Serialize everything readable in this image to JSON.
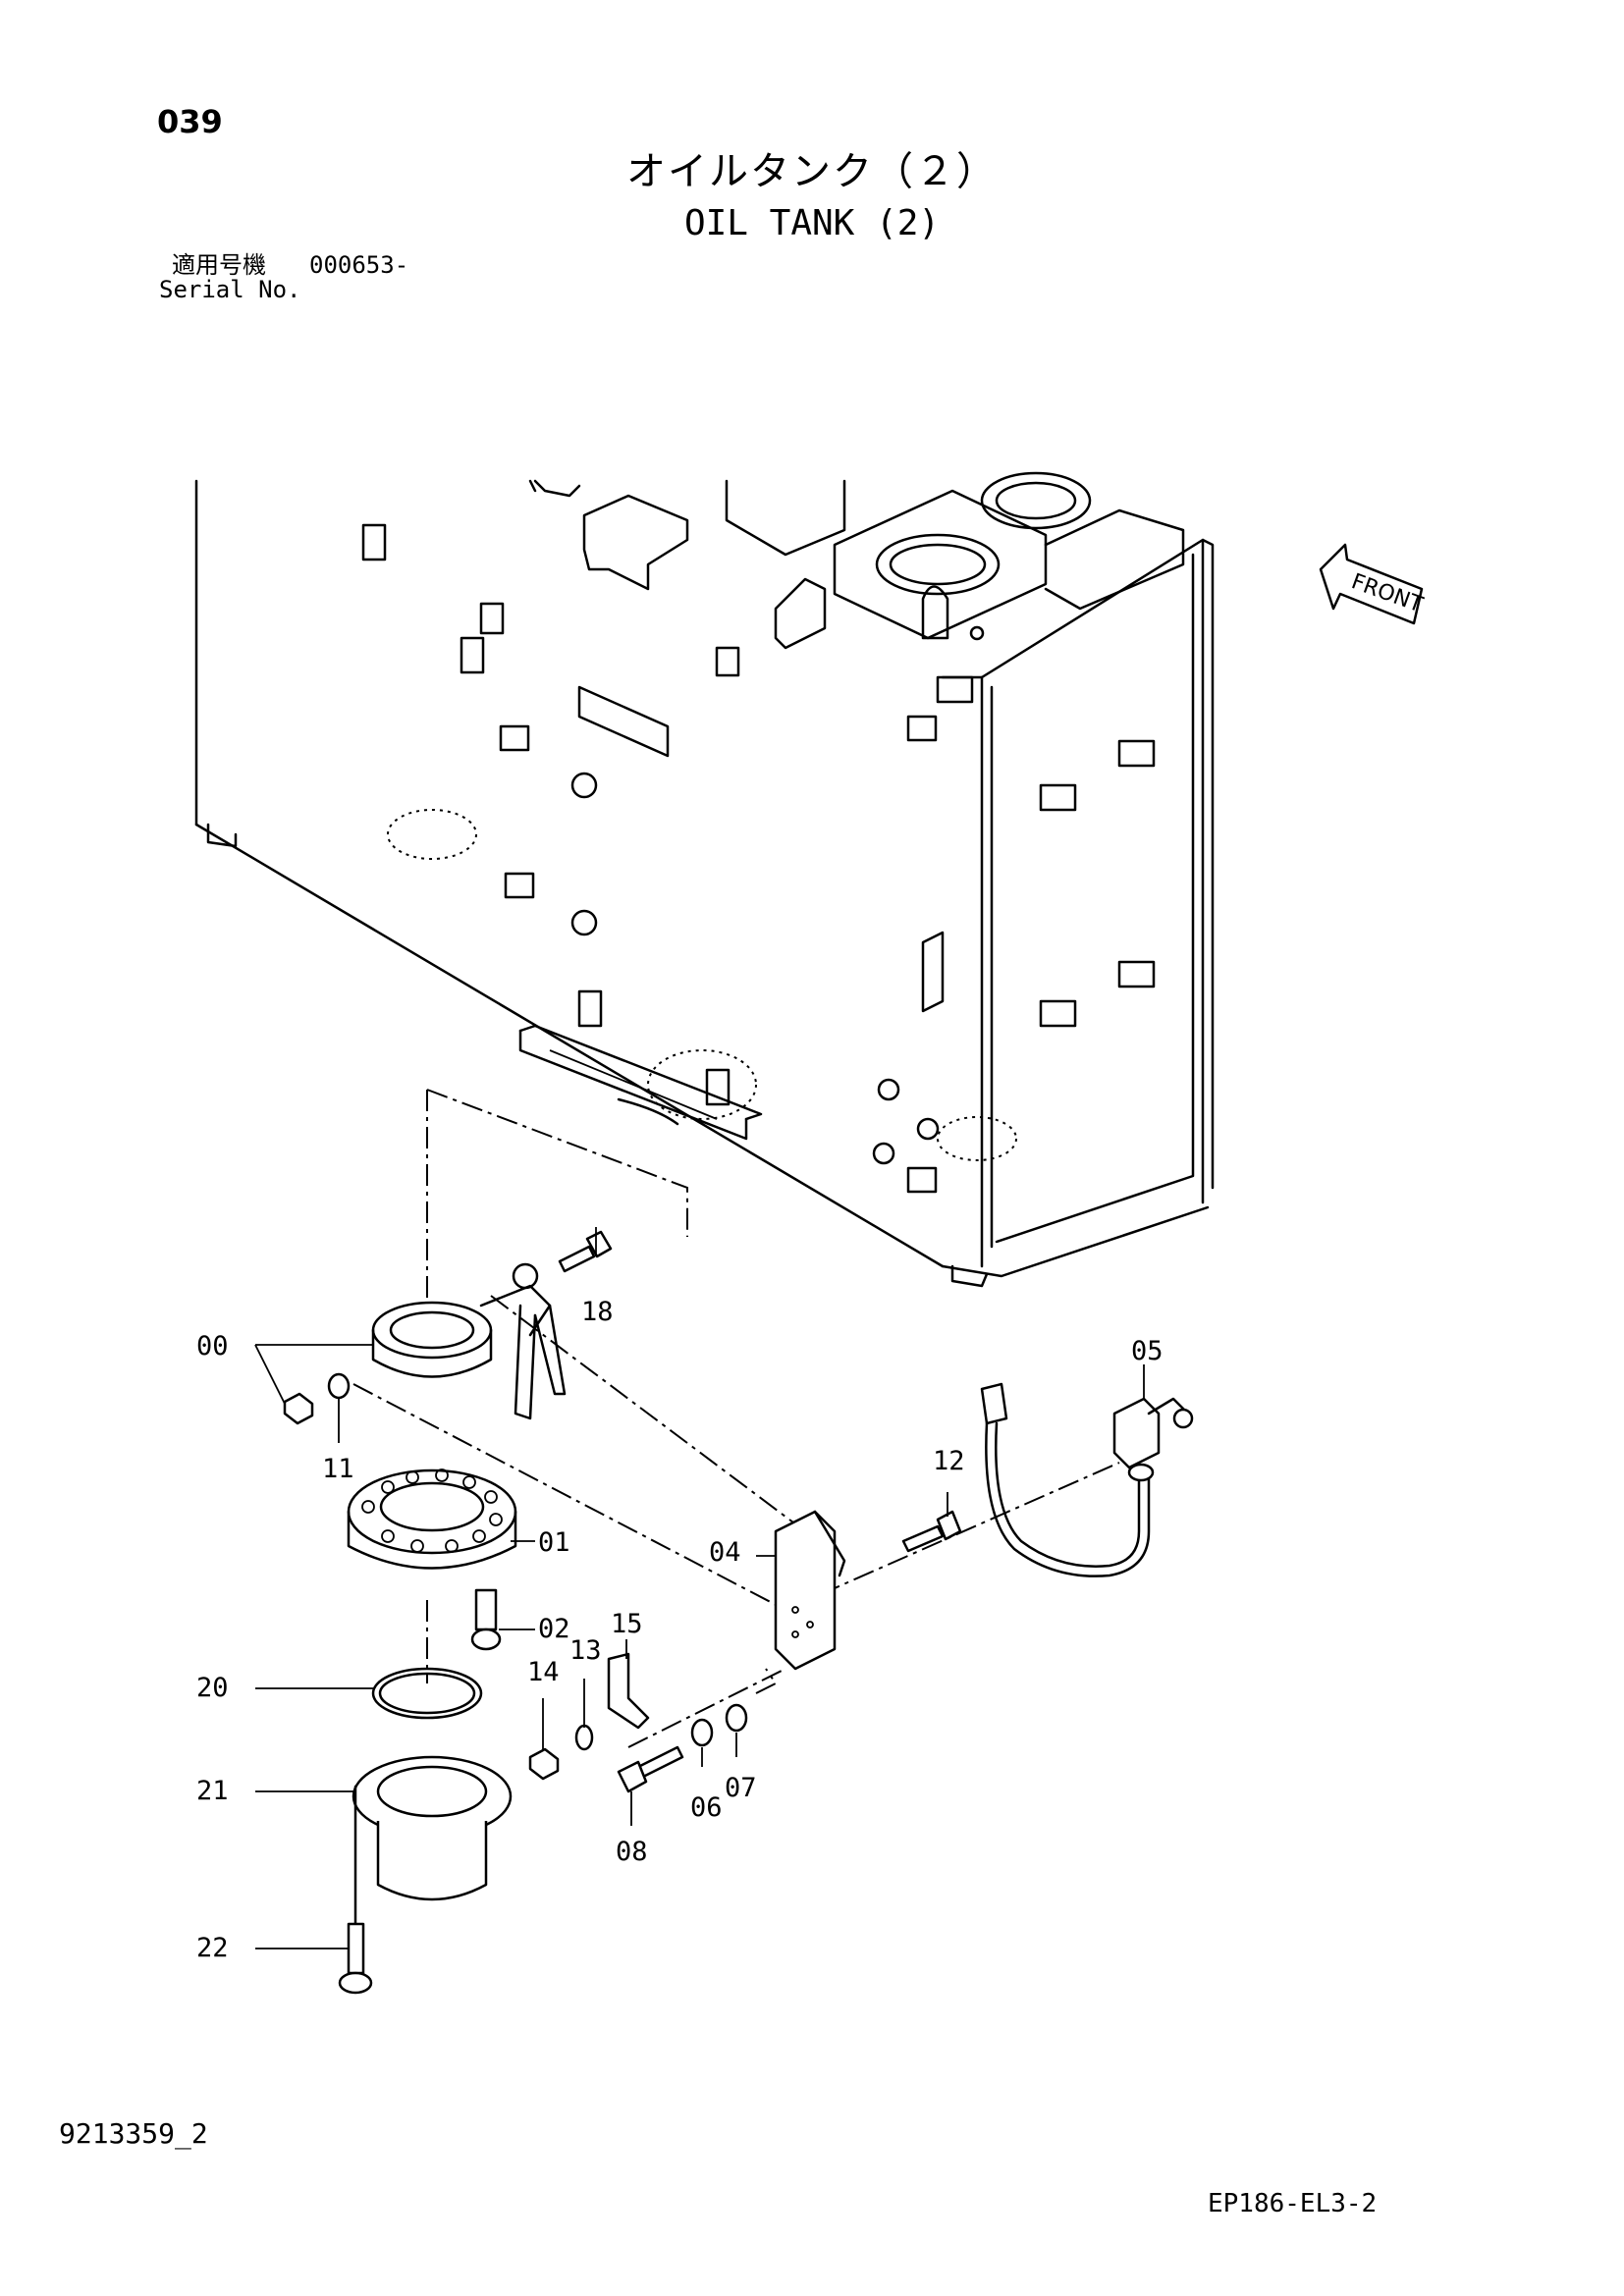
{
  "header": {
    "page_number": "039",
    "title_jp": "オイルタンク（２）",
    "title_en": "OIL TANK (2)",
    "serial_label_jp": "適用号機",
    "serial_value": "000653-",
    "serial_label_en": "Serial No."
  },
  "front_label": "FRONT",
  "callouts": [
    "00",
    "01",
    "02",
    "04",
    "05",
    "06",
    "07",
    "08",
    "11",
    "12",
    "13",
    "14",
    "15",
    "18",
    "20",
    "21",
    "22"
  ],
  "footer": {
    "drawing_id": "9213359_2",
    "figure_id": "EP186-EL3-2"
  }
}
